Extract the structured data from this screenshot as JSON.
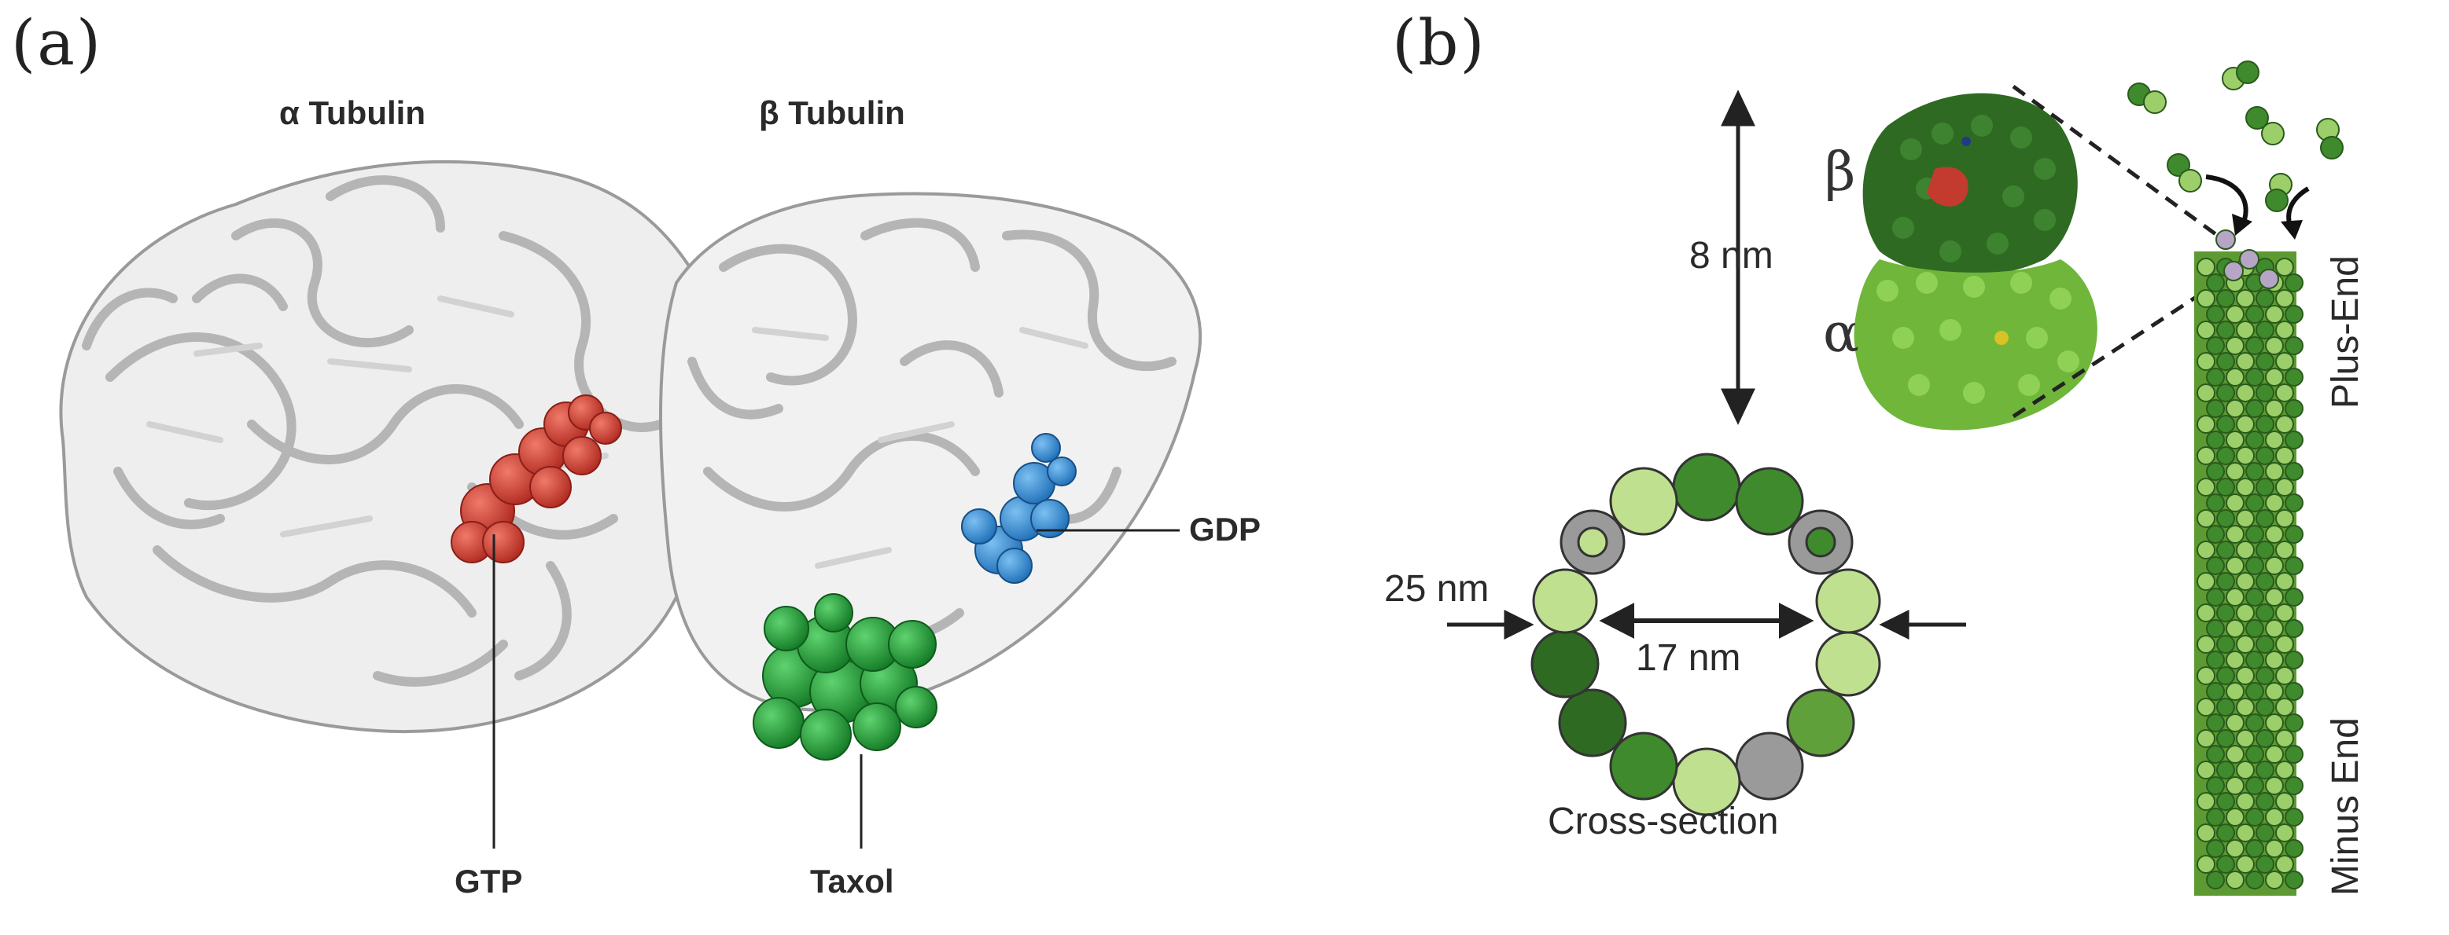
{
  "panel_a": {
    "label": "(a)",
    "alpha_title": "α Tubulin",
    "beta_title": "β Tubulin",
    "gtp": "GTP",
    "gdp": "GDP",
    "taxol": "Taxol"
  },
  "panel_b": {
    "label": "(b)",
    "height_label": "8 nm",
    "beta_symbol": "β",
    "alpha_symbol": "α",
    "outer_label": "25 nm",
    "inner_label": "17 nm",
    "cross_section": "Cross-section",
    "plus_end": "Plus-End",
    "minus_end": "Minus End"
  },
  "colors": {
    "gtp": "#d9453a",
    "gdp": "#3a8fd9",
    "taxol": "#1fa33a",
    "beta_dark": "#2f6a23",
    "alpha_light": "#7fc443",
    "ribbon": "#e6e6e6"
  }
}
